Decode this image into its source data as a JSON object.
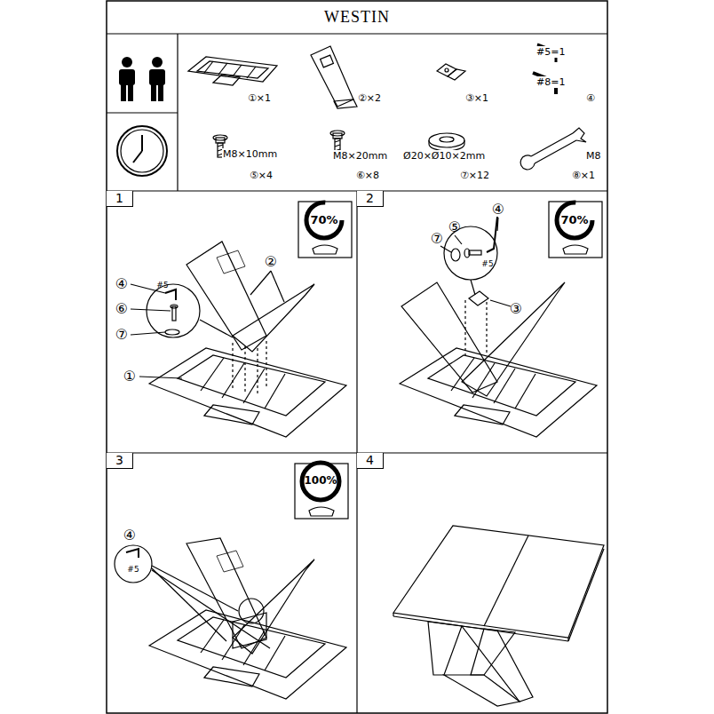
{
  "diagram": {
    "title": "WESTIN",
    "nodes": [
      {
        "text": [
          "①×1"
        ]
      },
      {
        "text": [
          "②×2"
        ]
      },
      {
        "text": [
          "③×1"
        ]
      },
      {
        "text": [
          "#5=1",
          "#8=1",
          "④"
        ]
      },
      {
        "text": [
          "M8×10mm",
          "⑤×4"
        ]
      },
      {
        "text": [
          "M8×20mm",
          "⑥×8"
        ]
      },
      {
        "text": [
          "Ø20×Ø10×2mm",
          "⑦×12"
        ]
      },
      {
        "text": [
          "M8",
          "⑧×1"
        ]
      },
      {
        "text": [
          "1"
        ]
      },
      {
        "text": [
          "2"
        ]
      },
      {
        "text": [
          "3"
        ]
      },
      {
        "text": [
          "4"
        ]
      }
    ],
    "edges": [],
    "labels": [
      "70%",
      "②",
      "④",
      "#5",
      "⑥",
      "⑦",
      "①",
      "70%",
      "④",
      "⑤",
      "#5",
      "⑦",
      "③",
      "100%",
      "④",
      "#5"
    ]
  }
}
